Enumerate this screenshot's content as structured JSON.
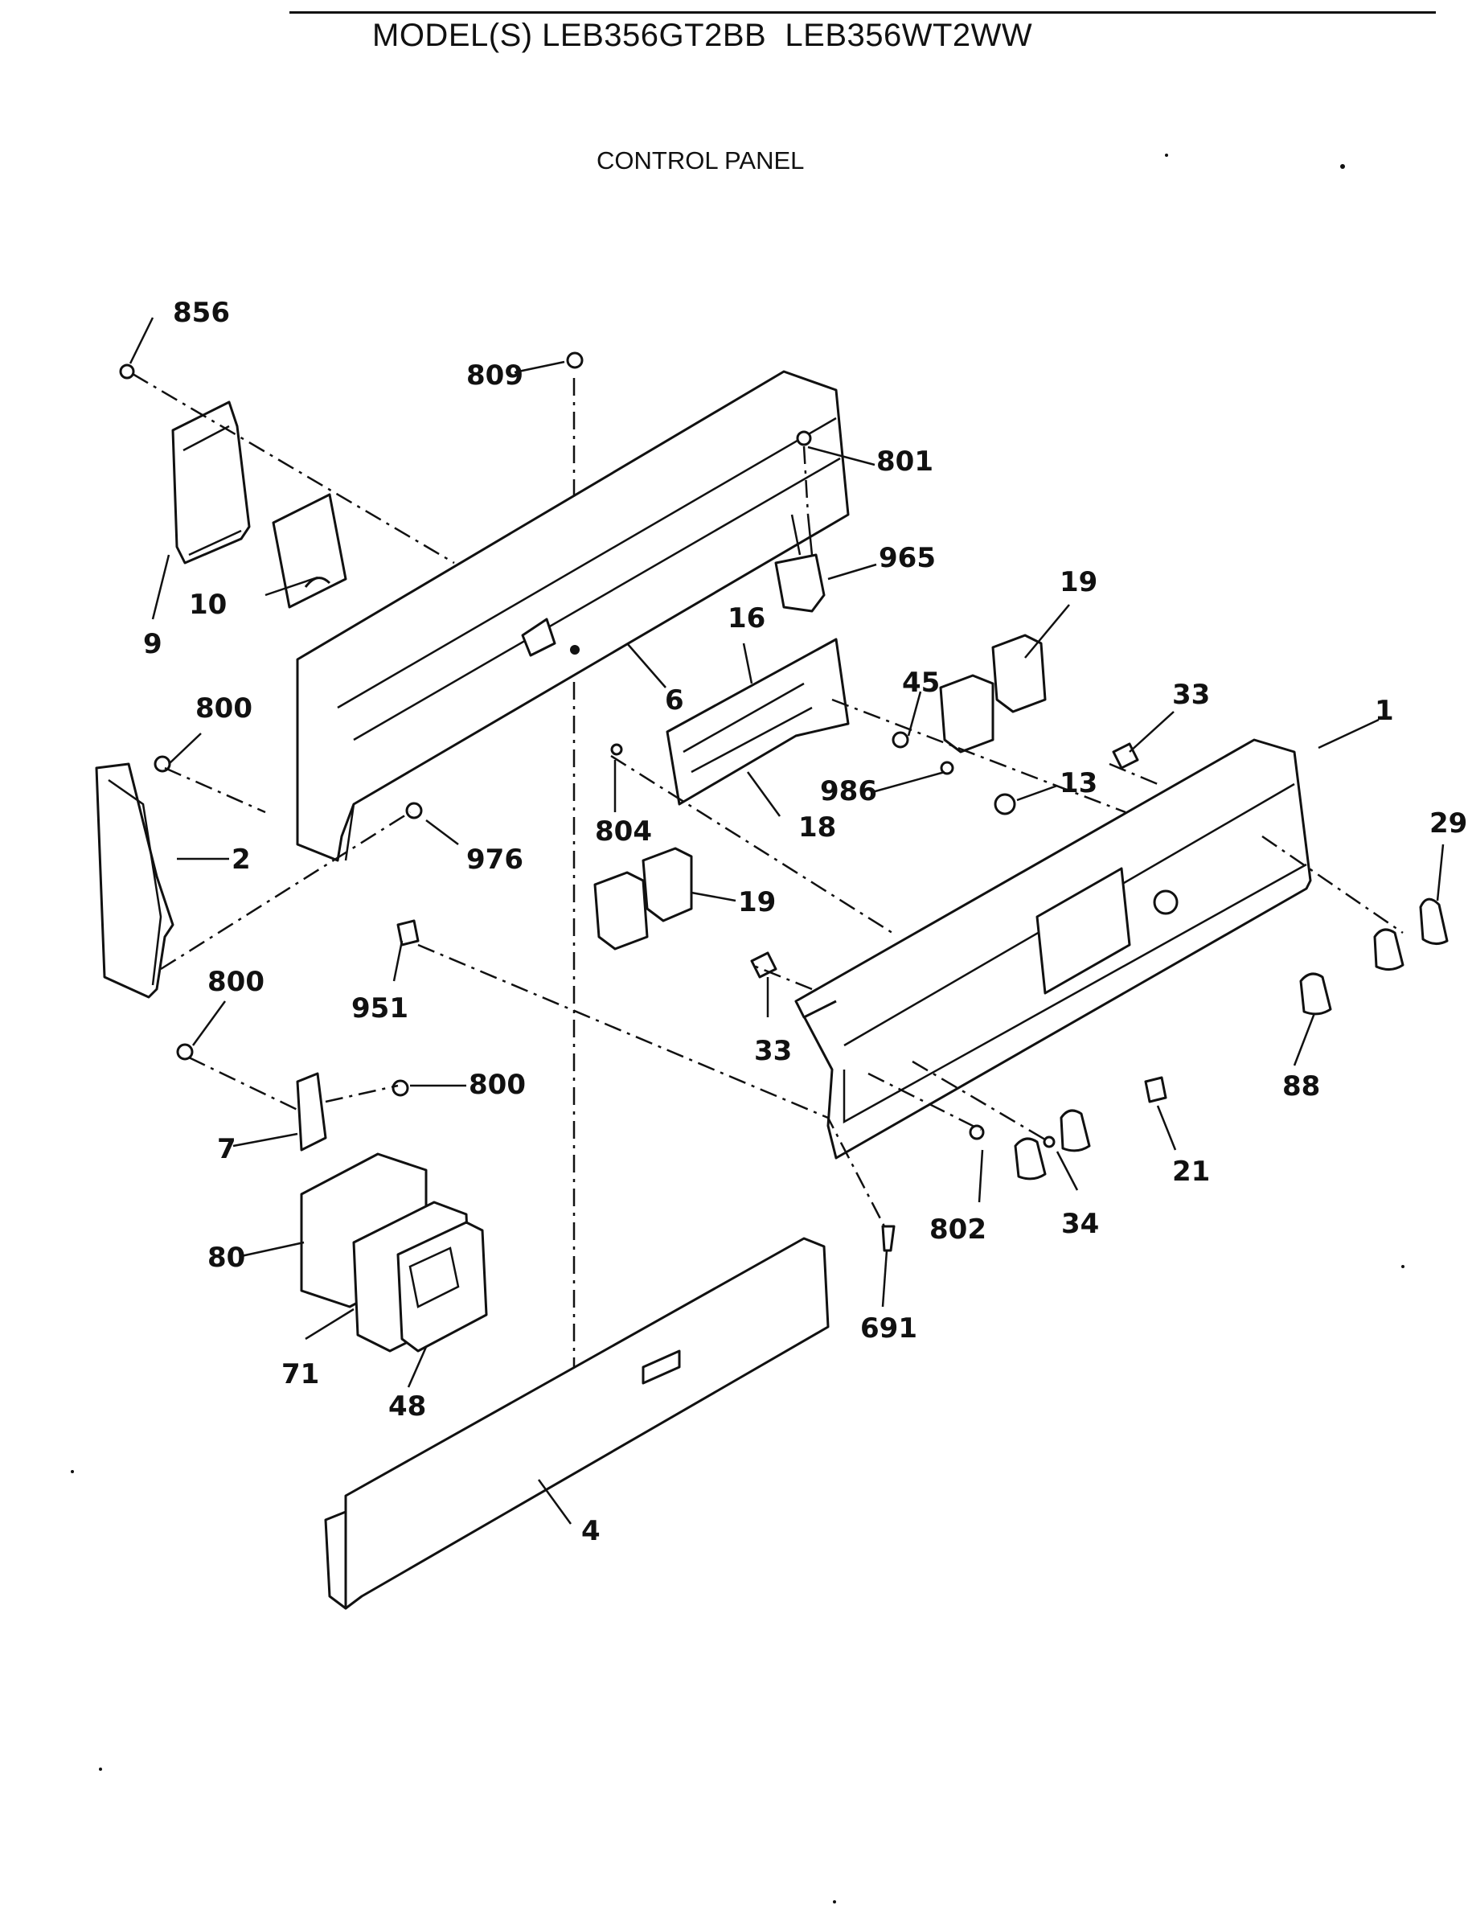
{
  "header": {
    "model_line": "MODEL(S) LEB356GT2BB  LEB356WT2WW",
    "section_title": "CONTROL PANEL"
  },
  "callouts": {
    "c856": "856",
    "c809": "809",
    "c801": "801",
    "c965": "965",
    "c10": "10",
    "c9": "9",
    "c6": "6",
    "c16": "16",
    "c19a": "19",
    "c45": "45",
    "c33a": "33",
    "c1": "1",
    "c800a": "800",
    "c804": "804",
    "c18": "18",
    "c986": "986",
    "c13": "13",
    "c29": "29",
    "c2": "2",
    "c976": "976",
    "c19b": "19",
    "c951": "951",
    "c800b": "800",
    "c33b": "33",
    "c88": "88",
    "c800c": "800",
    "c7": "7",
    "c21": "21",
    "c802": "802",
    "c34": "34",
    "c80": "80",
    "c691": "691",
    "c71": "71",
    "c48": "48",
    "c4": "4"
  }
}
